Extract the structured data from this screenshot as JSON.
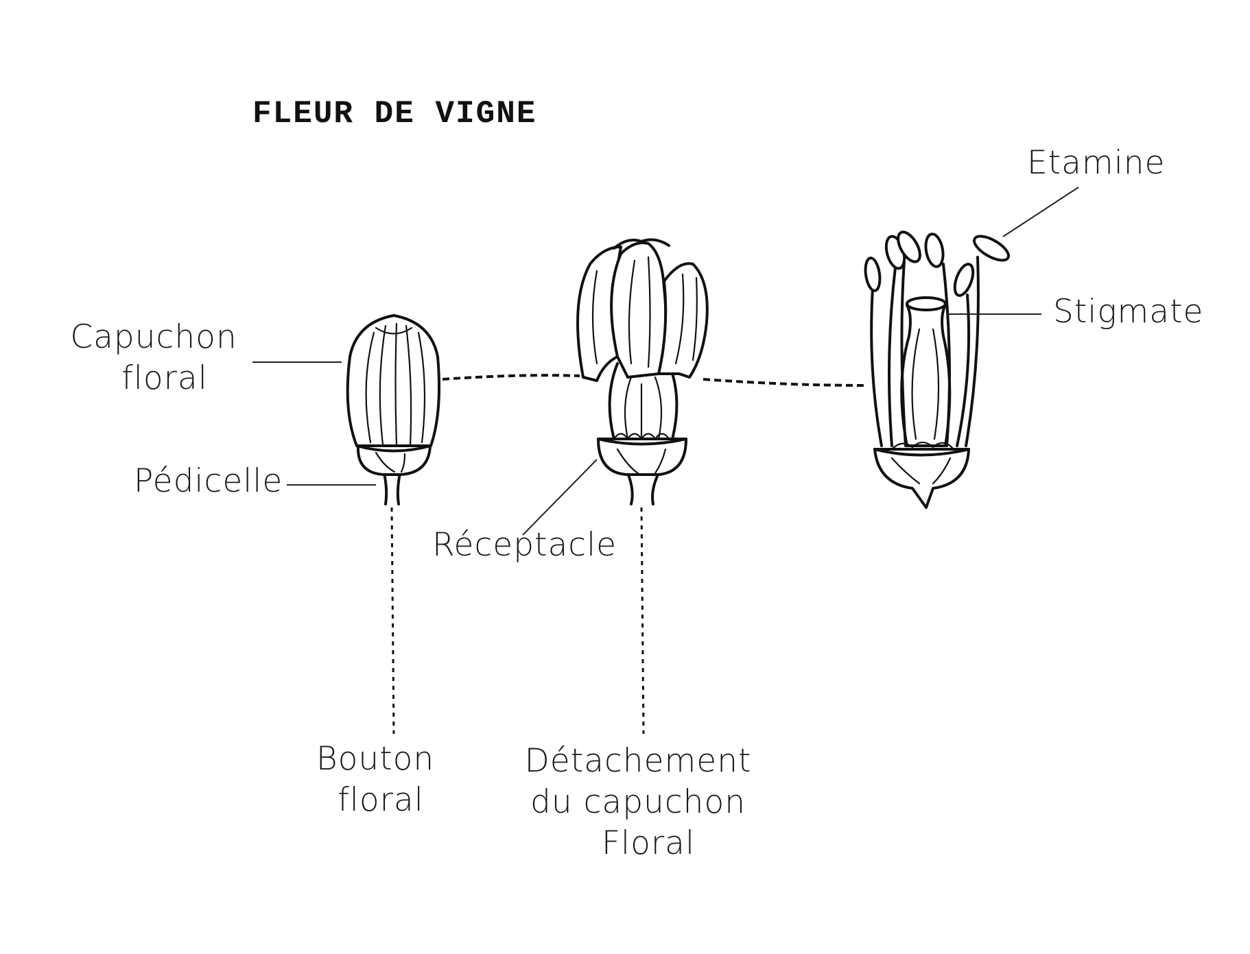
{
  "title": "FLEUR DE VIGNE",
  "labels": {
    "capuchon_floral": [
      "Capuchon",
      "floral"
    ],
    "pedicelle": "Pédicelle",
    "receptacle": "Réceptacle",
    "etamine": "Etamine",
    "stigmate": "Stigmate",
    "bouton_floral": [
      "Bouton",
      "floral"
    ],
    "detachement": [
      "Détachement",
      "du capuchon",
      "Floral"
    ]
  },
  "colors": {
    "ink": "#111111",
    "background": "#ffffff"
  }
}
